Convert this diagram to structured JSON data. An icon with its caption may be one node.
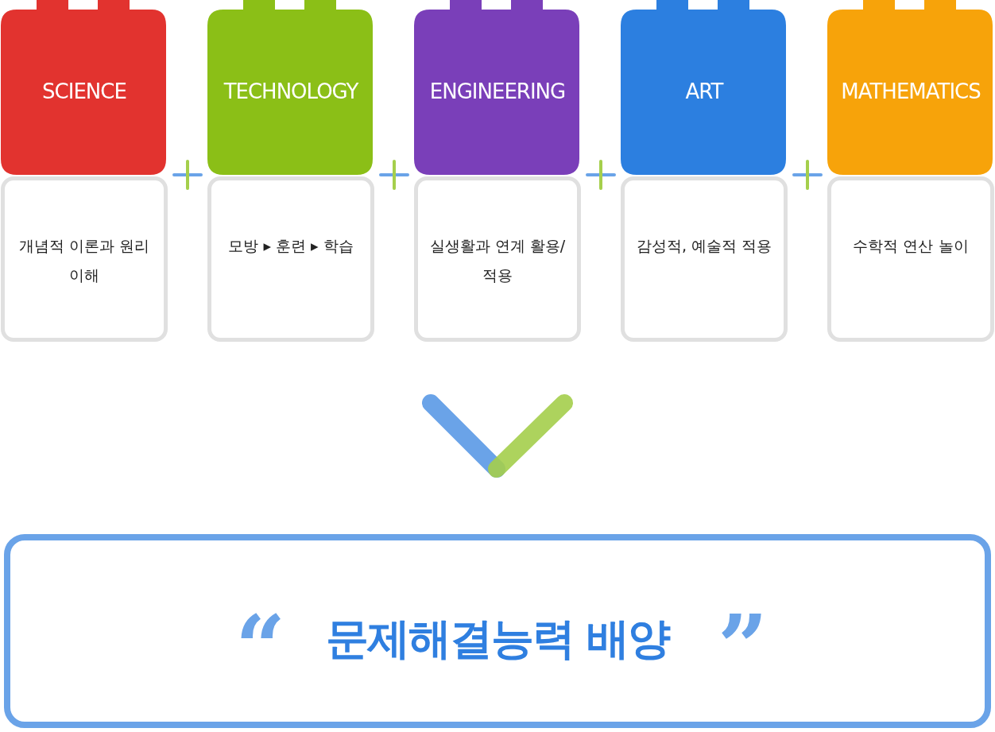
{
  "diagram": {
    "nodes": [
      {
        "text": [
          "SCIENCE"
        ]
      },
      {
        "text": [
          "개념적 이론과 원리 이해"
        ]
      },
      {
        "text": [
          "TECHNOLOGY"
        ]
      },
      {
        "text": [
          "모방 ▸ 훈련 ▸ 학습"
        ]
      },
      {
        "text": [
          "ENGINEERING"
        ]
      },
      {
        "text": [
          "실생활과 연계 활용/적용"
        ]
      },
      {
        "text": [
          "ART"
        ]
      },
      {
        "text": [
          "감성적, 예술적 적용"
        ]
      },
      {
        "text": [
          "MATHEMATICS"
        ]
      },
      {
        "text": [
          "수학적 연산 놀이"
        ]
      },
      {
        "text": [
          "“",
          "문제해결능력 배양",
          "”"
        ]
      }
    ],
    "edges": []
  }
}
